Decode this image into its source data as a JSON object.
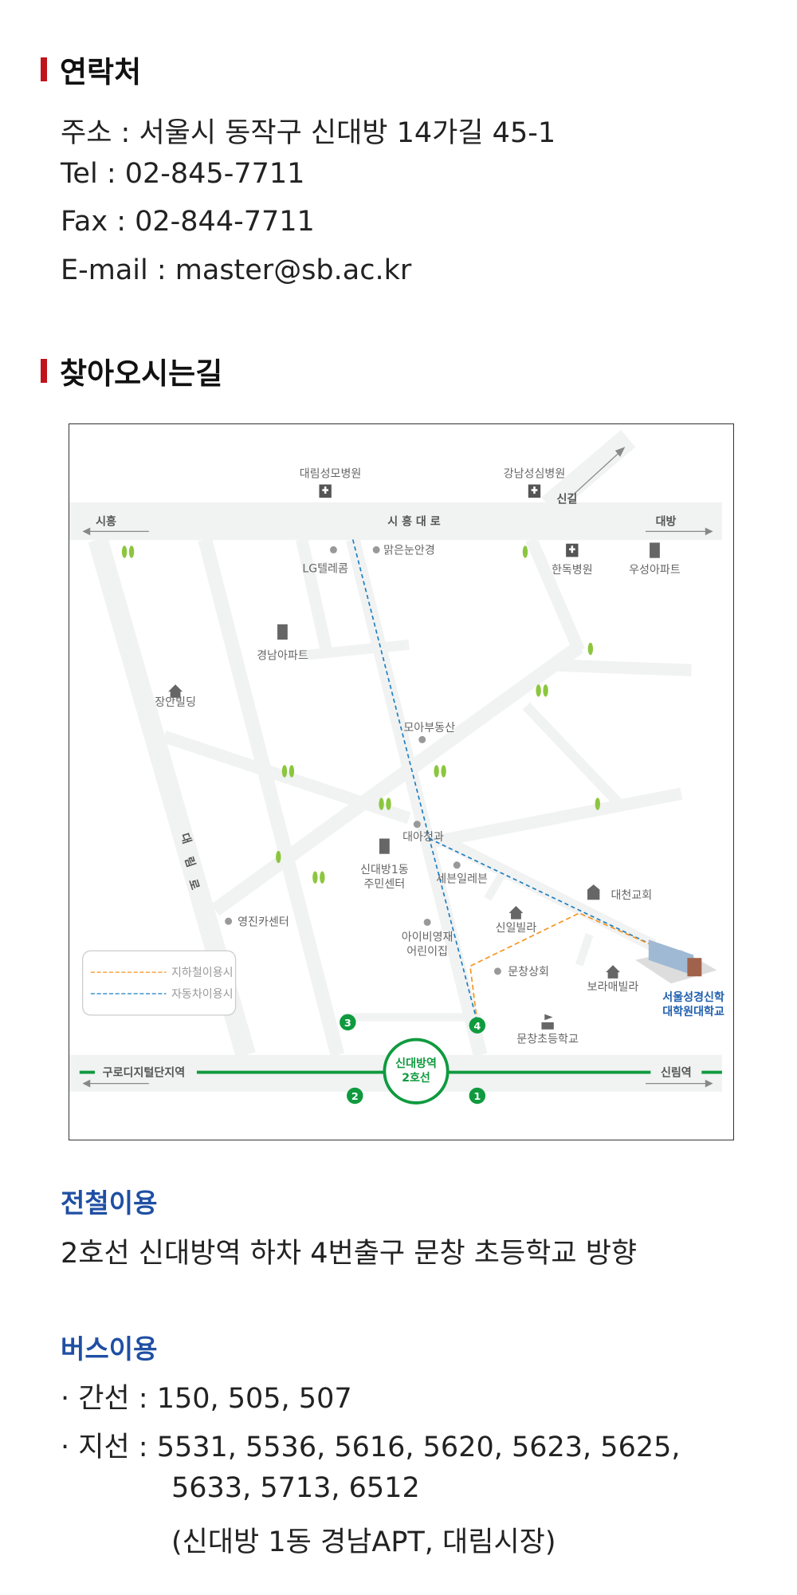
{
  "contact": {
    "title": "연락처",
    "address": "주소 : 서울시 동작구 신대방 14가길 45-1",
    "tel": "Tel : 02-845-7711",
    "fax": "Fax : 02-844-7711",
    "email": "E-mail : master@sb.ac.kr"
  },
  "directions": {
    "title": "찾아오시는길",
    "map": {
      "road_main": "시 흥 대 로",
      "road_left": [
        "대",
        "림",
        "로"
      ],
      "dir_left": "시흥",
      "dir_right": "대방",
      "dir_up": "신길",
      "station_left": "구로디지털단지역",
      "station_right": "신림역",
      "station_name": "신대방역",
      "station_line": "2호선",
      "exits": [
        "1",
        "2",
        "3",
        "4"
      ],
      "landmarks": {
        "daelim_hospital": "대림성모병원",
        "gangnam_hospital": "강남성심병원",
        "lg": "LG텔레콤",
        "optician": "맑은눈안경",
        "handok": "한독병원",
        "wooseong": "우성아파트",
        "gyeongnam": "경남아파트",
        "jangan": "장안빌딩",
        "moa": "모아부동산",
        "daea": "대아청과",
        "community_1": "신대방1동",
        "community_2": "주민센터",
        "seven": "세븐일레븐",
        "church": "대천교회",
        "carcenter": "영진카센터",
        "sinil": "신일빌라",
        "kinder_1": "아이비영재",
        "kinder_2": "어린이집",
        "munchang_store": "문창상회",
        "boramae": "보라매빌라",
        "school": "문창초등학교",
        "university_1": "서울성경신학",
        "university_2": "대학원대학교"
      },
      "legend": {
        "subway": "지하철이용시",
        "car": "자동차이용시"
      },
      "colors": {
        "subway_route": "#f7931e",
        "car_route": "#1a7fc1",
        "line2": "#0f9a3e",
        "university": "#1f5fae"
      }
    }
  },
  "subway": {
    "title": "전철이용",
    "text": "2호선 신대방역 하차 4번출구 문창 초등학교 방향"
  },
  "bus": {
    "title": "버스이용",
    "trunk": "· 간선 : 150, 505, 507",
    "branch_1": "· 지선 : 5531, 5536, 5616, 5620, 5623, 5625,",
    "branch_2": "5633, 5713, 6512",
    "branch_3": "(신대방 1동 경남APT, 대림시장)"
  }
}
